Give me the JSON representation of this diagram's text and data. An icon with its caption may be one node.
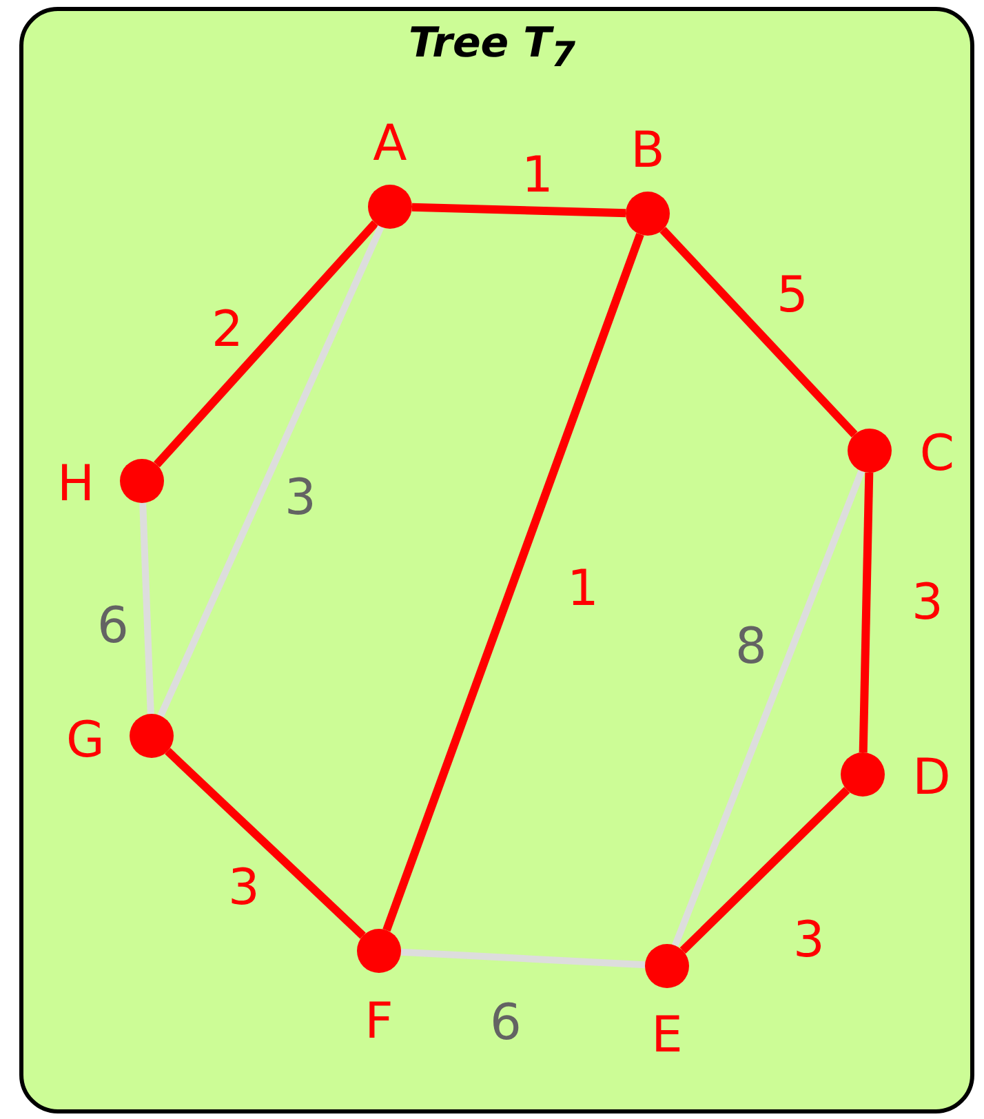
{
  "diagram": {
    "title": "Tree T$_{7}$",
    "nodes": [
      {
        "text": [
          "A"
        ]
      },
      {
        "text": [
          "B"
        ]
      },
      {
        "text": [
          "C"
        ]
      },
      {
        "text": [
          "D"
        ]
      },
      {
        "text": [
          "E"
        ]
      },
      {
        "text": [
          "F"
        ]
      },
      {
        "text": [
          "G"
        ]
      },
      {
        "text": [
          "H"
        ]
      }
    ],
    "edges": [
      {
        "from": 0,
        "to": 1,
        "arrow": "none",
        "label": "1"
      },
      {
        "from": 1,
        "to": 2,
        "arrow": "none",
        "label": "5"
      },
      {
        "from": 2,
        "to": 3,
        "arrow": "none",
        "label": "3"
      },
      {
        "from": 3,
        "to": 4,
        "arrow": "none",
        "label": "3"
      },
      {
        "from": 4,
        "to": 5,
        "arrow": "none",
        "label": "6",
        "color": "#dddddd"
      },
      {
        "from": 5,
        "to": 6,
        "arrow": "none",
        "label": "3"
      },
      {
        "from": 6,
        "to": 7,
        "arrow": "none",
        "label": "6",
        "color": "#dddddd"
      },
      {
        "from": 7,
        "to": 0,
        "arrow": "none",
        "label": "2"
      },
      {
        "from": 0,
        "to": 6,
        "arrow": "none",
        "label": "3",
        "color": "#dddddd"
      },
      {
        "from": 1,
        "to": 5,
        "arrow": "none",
        "label": "1"
      },
      {
        "from": 2,
        "to": 4,
        "arrow": "none",
        "label": "8",
        "color": "#dddddd"
      }
    ]
  }
}
